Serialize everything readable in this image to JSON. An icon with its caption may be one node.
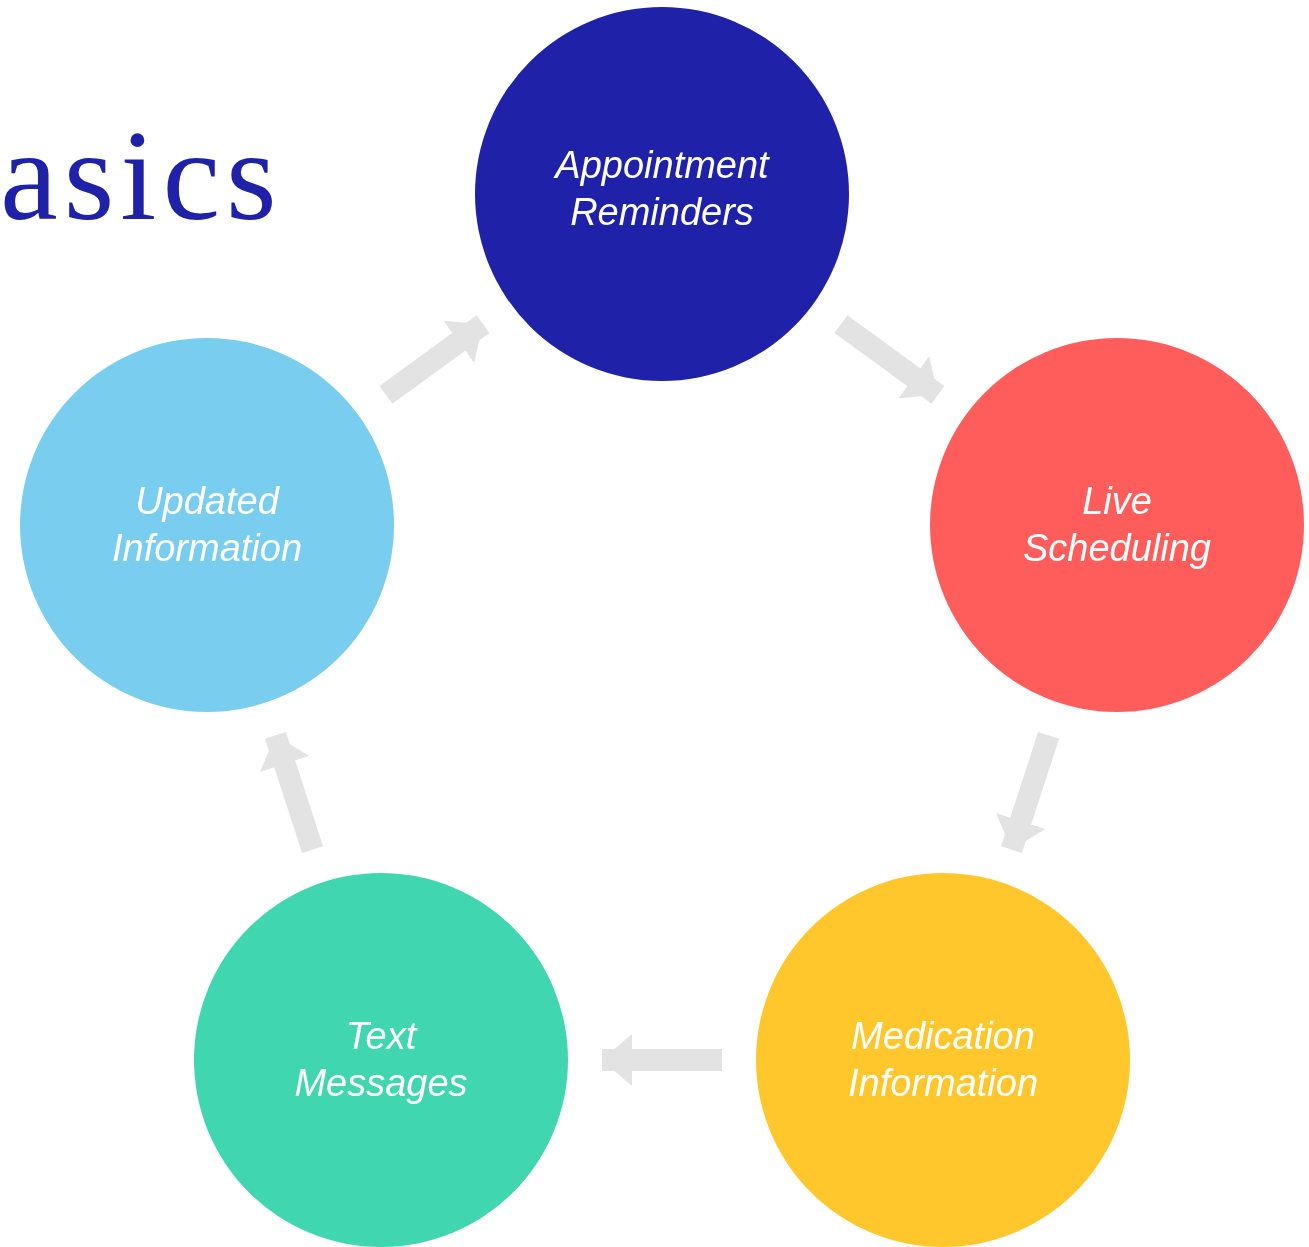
{
  "diagram": {
    "title": "asics",
    "nodes": [
      {
        "text": [
          "Appointment Reminders"
        ]
      },
      {
        "text": [
          "Live Scheduling"
        ]
      },
      {
        "text": [
          "Medication Information"
        ]
      },
      {
        "text": [
          "Text Messages"
        ]
      },
      {
        "text": [
          "Updated Information"
        ]
      }
    ],
    "edges": [
      {
        "from": 0,
        "to": 1,
        "arrow": "to"
      },
      {
        "from": 1,
        "to": 2,
        "arrow": "to"
      },
      {
        "from": 2,
        "to": 3,
        "arrow": "to"
      },
      {
        "from": 3,
        "to": 4,
        "arrow": "to"
      },
      {
        "from": 4,
        "to": 0,
        "arrow": "to"
      }
    ]
  }
}
